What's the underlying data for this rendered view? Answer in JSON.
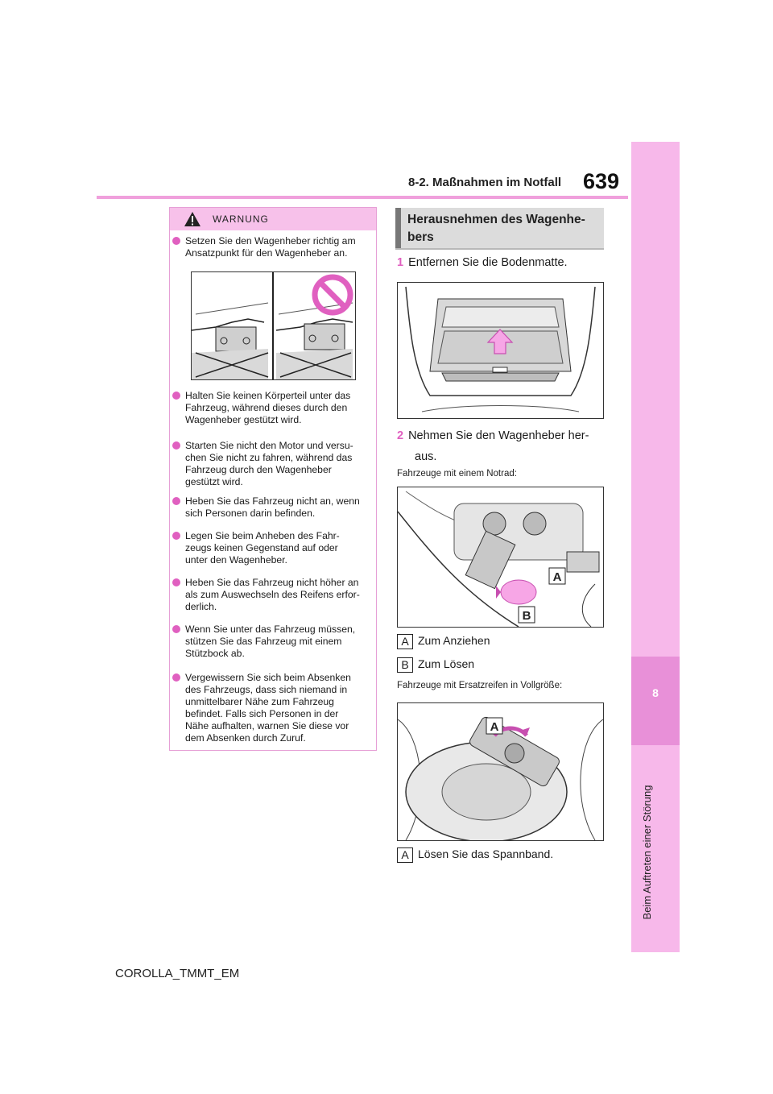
{
  "header": {
    "page_number": "639",
    "section": "8-2. Maßnahmen im Notfall"
  },
  "side_tab": {
    "number": "8",
    "label": "Beim Auftreten einer Störung"
  },
  "warning": {
    "title": "WARNUNG",
    "items": [
      "Setzen Sie den Wagenheber richtig am Ansatzpunkt für den Wagenheber an.",
      "Halten Sie keinen Körperteil unter das\nFahrzeug, während dieses durch den\nWagenheber gestützt wird.",
      "Starten Sie nicht den Motor und versu-\nchen Sie nicht zu fahren, während das\nFahrzeug durch den Wagenheber\ngestützt wird.",
      "Heben Sie das Fahrzeug nicht an, wenn\nsich Personen darin befinden.",
      "Legen Sie beim Anheben des Fahr-\nzeugs keinen Gegenstand auf oder\nunter den Wagenheber.",
      "Heben Sie das Fahrzeug nicht höher an\nals zum Auswechseln des Reifens erfor-\nderlich.",
      "Wenn Sie unter das Fahrzeug müssen,\nstützen Sie das Fahrzeug mit einem\nStützbock ab.",
      "Vergewissern Sie sich beim Absenken\ndes Fahrzeugs, dass sich niemand in\nunmittelbarer Nähe zum Fahrzeug\nbefindet. Falls sich Personen in der\nNähe aufhalten, warnen Sie diese vor\ndem Absenken durch Zuruf."
    ]
  },
  "section": {
    "heading": "Herausnehmen des Wagenhe-\nbers",
    "step1_num": "1",
    "step1_text": "Entfernen Sie die Bodenmatte.",
    "step2_num": "2",
    "step2_text_a": "Nehmen Sie den Wagenheber her-",
    "step2_text_b": "aus.",
    "note1": "Fahrzeuge mit einem Notrad:",
    "legend_a_label": "A",
    "legend_a_text": "Zum Anziehen",
    "legend_b_label": "B",
    "legend_b_text": "Zum Lösen",
    "note2": "Fahrzeuge mit Ersatzreifen in Vollgröße:",
    "legend_c_label": "A",
    "legend_c_text": "Lösen Sie das Spannband.",
    "fig_label_a": "A",
    "fig_label_b": "B"
  },
  "footer": {
    "model": "COROLLA_TMMT_EM"
  },
  "colors": {
    "accent_pink": "#e060c0",
    "side_tab": "#f7b8ea",
    "warning_head": "#f7c1ea",
    "heading_gray": "#dcdcdc"
  }
}
